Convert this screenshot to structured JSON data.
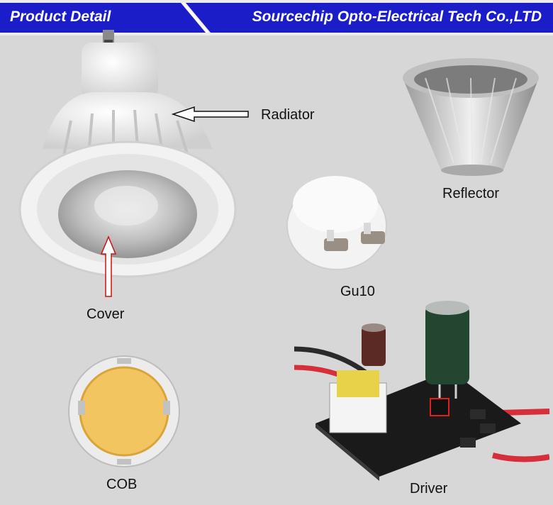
{
  "header": {
    "left_title": "Product Detail",
    "right_title": "Sourcechip Opto-Electrical Tech Co.,LTD",
    "brand_color": "#1a1dc8"
  },
  "labels": {
    "radiator": "Radiator",
    "reflector": "Reflector",
    "gu10": "Gu10",
    "cover": "Cover",
    "cob": "COB",
    "driver": "Driver"
  }
}
